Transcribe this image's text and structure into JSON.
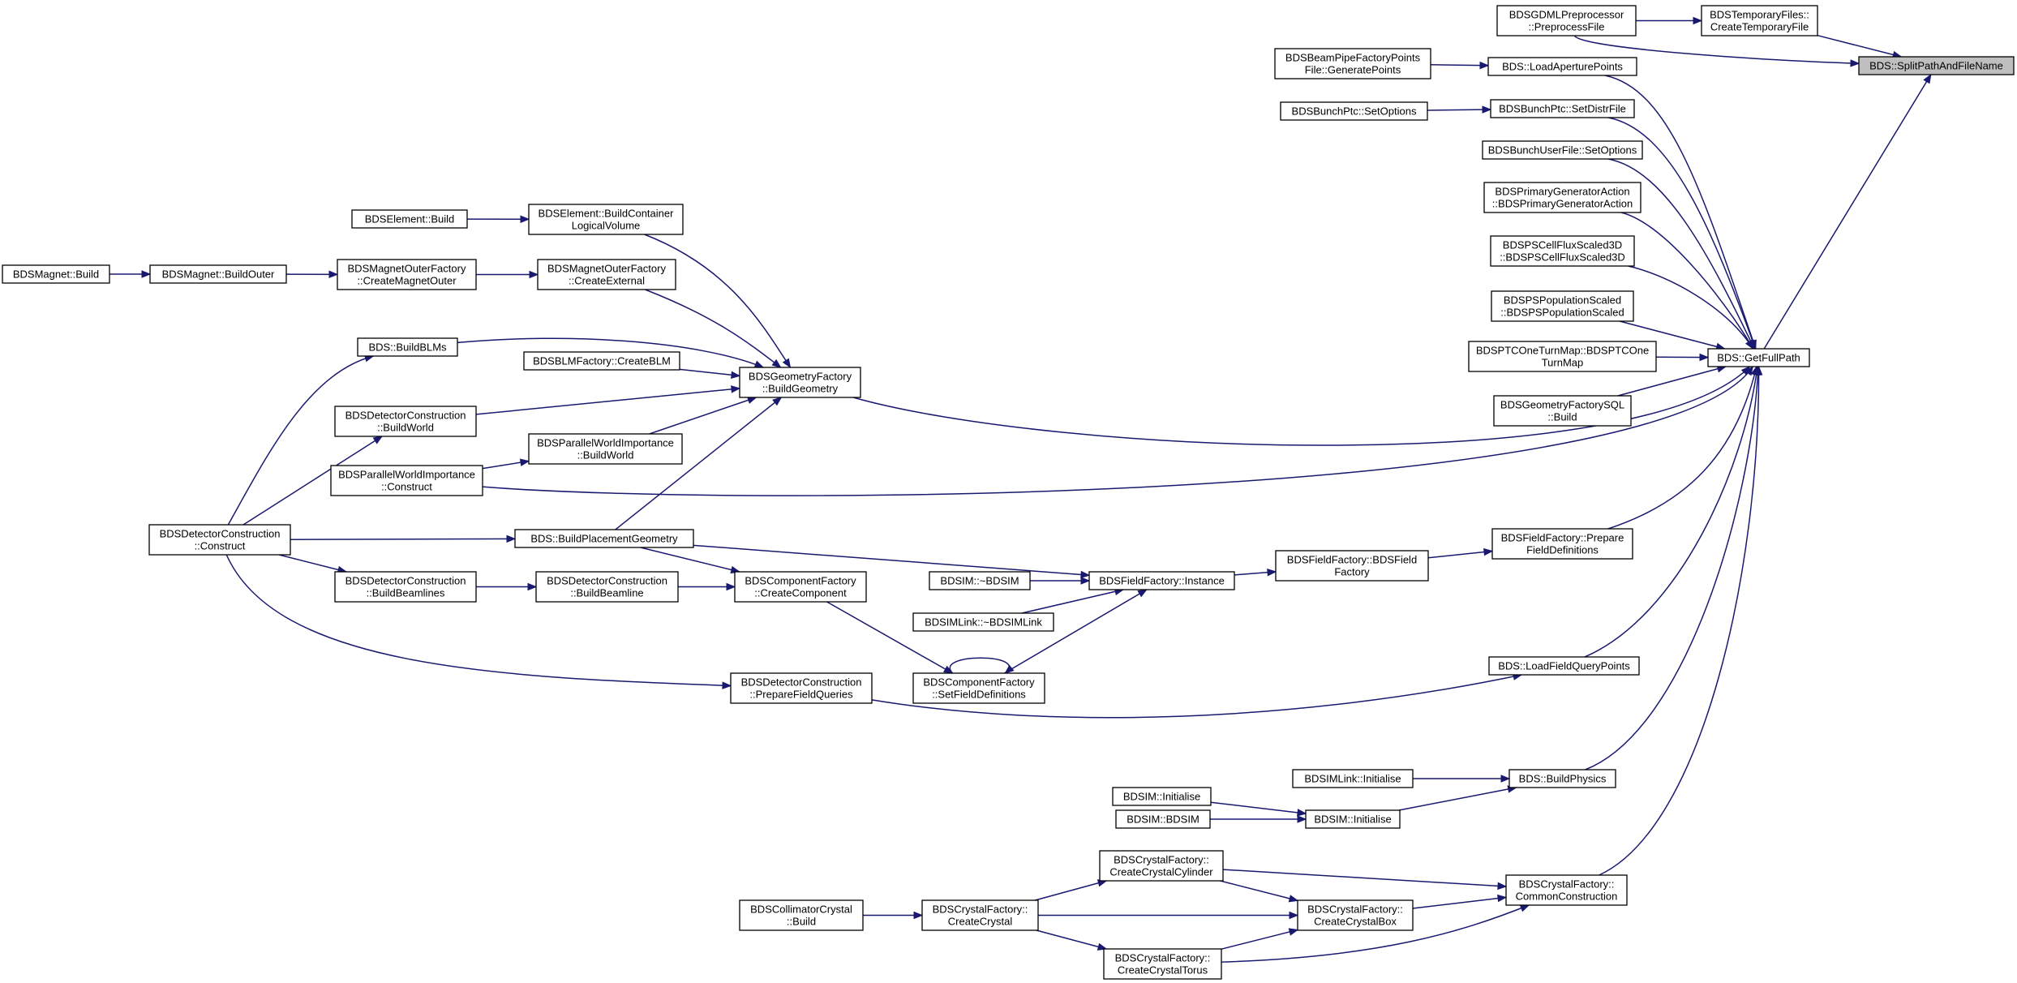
{
  "colors": {
    "edge": "#191970",
    "node_fill": "#ffffff",
    "root_fill": "#bfbfbf",
    "border": "#000000"
  },
  "nodes": [
    {
      "id": "splitPath",
      "lines": [
        "BDS::SplitPathAndFileName"
      ]
    },
    {
      "id": "tempFiles",
      "lines": [
        "BDSTemporaryFiles::",
        "CreateTemporaryFile"
      ]
    },
    {
      "id": "gdmlPre",
      "lines": [
        "BDSGDMLPreprocessor",
        "::PreprocessFile"
      ]
    },
    {
      "id": "getFullPath",
      "lines": [
        "BDS::GetFullPath"
      ]
    },
    {
      "id": "loadAperture",
      "lines": [
        "BDS::LoadAperturePoints"
      ]
    },
    {
      "id": "beamPipePoints",
      "lines": [
        "BDSBeamPipeFactoryPoints",
        "File::GeneratePoints"
      ]
    },
    {
      "id": "ptcSetDistr",
      "lines": [
        "BDSBunchPtc::SetDistrFile"
      ]
    },
    {
      "id": "ptcSetOptions",
      "lines": [
        "BDSBunchPtc::SetOptions"
      ]
    },
    {
      "id": "userFile",
      "lines": [
        "BDSBunchUserFile::SetOptions"
      ]
    },
    {
      "id": "primaryGen",
      "lines": [
        "BDSPrimaryGeneratorAction",
        "::BDSPrimaryGeneratorAction"
      ]
    },
    {
      "id": "cellFlux",
      "lines": [
        "BDSPSCellFluxScaled3D",
        "::BDSPSCellFluxScaled3D"
      ]
    },
    {
      "id": "popScaled",
      "lines": [
        "BDSPSPopulationScaled",
        "::BDSPSPopulationScaled"
      ]
    },
    {
      "id": "ptcOneTurn",
      "lines": [
        "BDSPTCOneTurnMap::BDSPTCOne",
        "TurnMap"
      ]
    },
    {
      "id": "geomSQL",
      "lines": [
        "BDSGeometryFactorySQL",
        "::Build"
      ]
    },
    {
      "id": "fieldPrepare",
      "lines": [
        "BDSFieldFactory::Prepare",
        "FieldDefinitions"
      ]
    },
    {
      "id": "fieldCtor",
      "lines": [
        "BDSFieldFactory::BDSField",
        "Factory"
      ]
    },
    {
      "id": "fieldInstance",
      "lines": [
        "BDSFieldFactory::Instance"
      ]
    },
    {
      "id": "bdsimDtor",
      "lines": [
        "BDSIM::~BDSIM"
      ]
    },
    {
      "id": "linkDtor",
      "lines": [
        "BDSIMLink::~BDSIMLink"
      ]
    },
    {
      "id": "compSetField",
      "lines": [
        "BDSComponentFactory",
        "::SetFieldDefinitions"
      ]
    },
    {
      "id": "loadFieldQuery",
      "lines": [
        "BDS::LoadFieldQueryPoints"
      ]
    },
    {
      "id": "detPrepQueries",
      "lines": [
        "BDSDetectorConstruction",
        "::PrepareFieldQueries"
      ]
    },
    {
      "id": "buildPhysics",
      "lines": [
        "BDS::BuildPhysics"
      ]
    },
    {
      "id": "linkInit",
      "lines": [
        "BDSIMLink::Initialise"
      ]
    },
    {
      "id": "bdsimInit",
      "lines": [
        "BDSIM::Initialise"
      ]
    },
    {
      "id": "bdsimInit2",
      "lines": [
        "BDSIM::Initialise"
      ]
    },
    {
      "id": "bdsimCtor",
      "lines": [
        "BDSIM::BDSIM"
      ]
    },
    {
      "id": "crystalCommon",
      "lines": [
        "BDSCrystalFactory::",
        "CommonConstruction"
      ]
    },
    {
      "id": "crystalBox",
      "lines": [
        "BDSCrystalFactory::",
        "CreateCrystalBox"
      ]
    },
    {
      "id": "crystalCyl",
      "lines": [
        "BDSCrystalFactory::",
        "CreateCrystalCylinder"
      ]
    },
    {
      "id": "crystalTorus",
      "lines": [
        "BDSCrystalFactory::",
        "CreateCrystalTorus"
      ]
    },
    {
      "id": "createCrystal",
      "lines": [
        "BDSCrystalFactory::",
        "CreateCrystal"
      ]
    },
    {
      "id": "collCrystal",
      "lines": [
        "BDSCollimatorCrystal",
        "::Build"
      ]
    },
    {
      "id": "geomBuild",
      "lines": [
        "BDSGeometryFactory",
        "::BuildGeometry"
      ]
    },
    {
      "id": "elemContainer",
      "lines": [
        "BDSElement::BuildContainer",
        "LogicalVolume"
      ]
    },
    {
      "id": "elemBuild",
      "lines": [
        "BDSElement::Build"
      ]
    },
    {
      "id": "magOuterExt",
      "lines": [
        "BDSMagnetOuterFactory",
        "::CreateExternal"
      ]
    },
    {
      "id": "magOuterCreate",
      "lines": [
        "BDSMagnetOuterFactory",
        "::CreateMagnetOuter"
      ]
    },
    {
      "id": "magBuildOuter",
      "lines": [
        "BDSMagnet::BuildOuter"
      ]
    },
    {
      "id": "magBuild",
      "lines": [
        "BDSMagnet::Build"
      ]
    },
    {
      "id": "buildBLMs",
      "lines": [
        "BDS::BuildBLMs"
      ]
    },
    {
      "id": "blmCreate",
      "lines": [
        "BDSBLMFactory::CreateBLM"
      ]
    },
    {
      "id": "detBuildWorld",
      "lines": [
        "BDSDetectorConstruction",
        "::BuildWorld"
      ]
    },
    {
      "id": "pwiBuildWorld",
      "lines": [
        "BDSParallelWorldImportance",
        "::BuildWorld"
      ]
    },
    {
      "id": "pwiConstruct",
      "lines": [
        "BDSParallelWorldImportance",
        "::Construct"
      ]
    },
    {
      "id": "detConstruct",
      "lines": [
        "BDSDetectorConstruction",
        "::Construct"
      ]
    },
    {
      "id": "buildPlacement",
      "lines": [
        "BDS::BuildPlacementGeometry"
      ]
    },
    {
      "id": "compCreate",
      "lines": [
        "BDSComponentFactory",
        "::CreateComponent"
      ]
    },
    {
      "id": "detBeamlines",
      "lines": [
        "BDSDetectorConstruction",
        "::BuildBeamlines"
      ]
    },
    {
      "id": "detBeamline",
      "lines": [
        "BDSDetectorConstruction",
        "::BuildBeamline"
      ]
    }
  ]
}
